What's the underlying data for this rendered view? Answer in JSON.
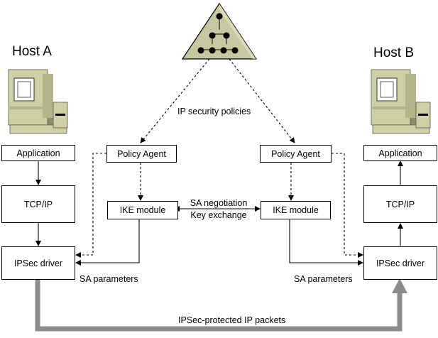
{
  "host_a": {
    "title": "Host A",
    "boxes": {
      "application": "Application",
      "tcpip": "TCP/IP",
      "ipsec_driver": "IPSec driver"
    }
  },
  "host_b": {
    "title": "Host B",
    "boxes": {
      "application": "Application",
      "tcpip": "TCP/IP",
      "ipsec_driver": "IPSec driver"
    }
  },
  "policy_agent_left": "Policy Agent",
  "policy_agent_right": "Policy Agent",
  "ike_module_left": "IKE module",
  "ike_module_right": "IKE module",
  "labels": {
    "ip_security_policies": "IP security policies",
    "sa_negotiation": "SA negotiation",
    "key_exchange": "Key exchange",
    "sa_parameters_left": "SA parameters",
    "sa_parameters_right": "SA parameters",
    "ipsec_protected": "IPSec-protected IP packets"
  },
  "icons": {
    "directory": "directory-tree-icon",
    "host_a_computer": "computer-icon",
    "host_b_computer": "computer-icon"
  },
  "colors": {
    "triangle_fill": "#c7c7a2",
    "computer_body": "#cfd0a5",
    "computer_shadow": "#8e8f6a",
    "packet_path": "#8c8c8c"
  }
}
